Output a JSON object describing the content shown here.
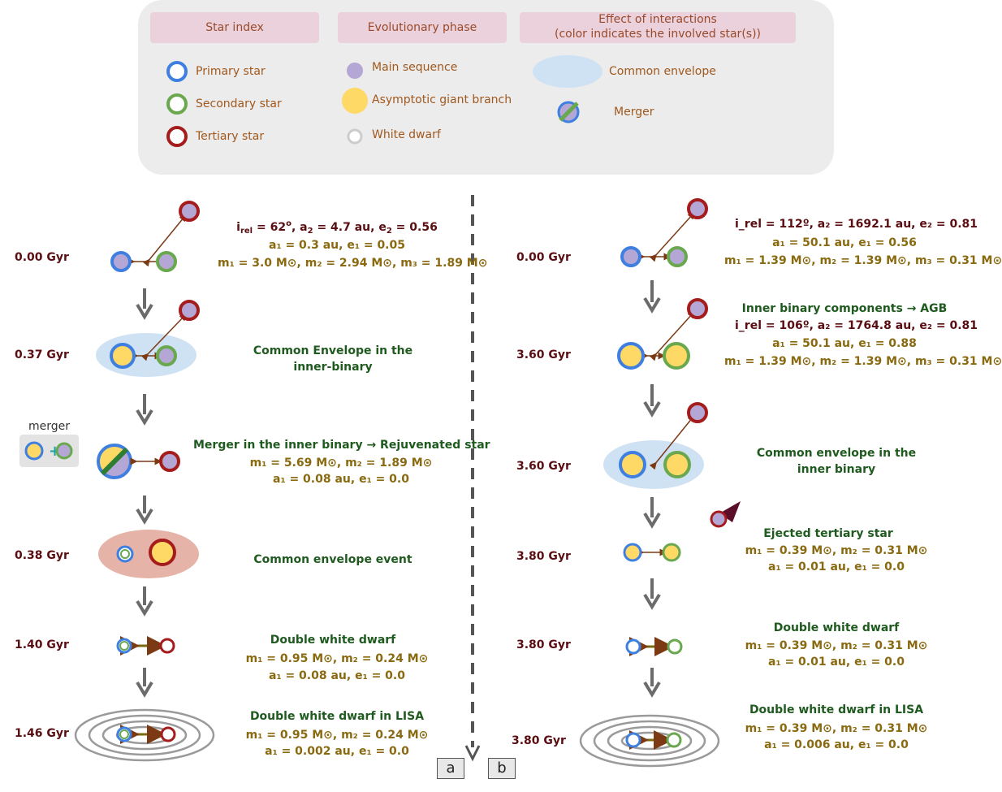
{
  "legend": {
    "star_index_header": "Star index",
    "phase_header": "Evolutionary phase",
    "effect_header_line1": "Effect of interactions",
    "effect_header_line2": "(color indicates the involved star(s))",
    "primary": "Primary star",
    "secondary": "Secondary star",
    "tertiary": "Tertiary star",
    "main_sequence": "Main sequence",
    "agb": "Asymptotic giant branch",
    "white_dwarf": "White dwarf",
    "common_envelope": "Common envelope",
    "merger": "Merger"
  },
  "colors": {
    "primary": "#3f7fe0",
    "secondary": "#6aa84f",
    "tertiary": "#a51c1c",
    "main_sequence": "#b4a7d6",
    "agb": "#ffd966",
    "common_envelope": "#cfe2f3",
    "ce_event": "#e6b3a8",
    "arrow": "#6b6b6b",
    "link": "#7b3a14"
  },
  "left": {
    "rows": [
      {
        "time": "0.00 Gyr",
        "l1": {
          "i": "i",
          "isub": "rel",
          "rest1": " = 62",
          "deg": "o",
          "rest2": ", a",
          "a2sub": "2",
          "rest3": " = 4.7 au, e",
          "e2sub": "2",
          "rest4": " = 0.56"
        },
        "l2": "a₁ = 0.3 au, e₁ = 0.05",
        "l3": "m₁ = 3.0 M⊙, m₂ = 2.94 M⊙, m₃ = 1.89 M⊙"
      },
      {
        "time": "0.37 Gyr",
        "l1": "Common Envelope in the",
        "l2": "inner-binary"
      },
      {
        "time": "",
        "l1": "Merger in the inner binary → Rejuvenated star",
        "l2": "m₁ = 5.69 M⊙, m₂ = 1.89 M⊙",
        "l3": "a₁ = 0.08 au, e₁ = 0.0",
        "merger_label": "merger"
      },
      {
        "time": "0.38 Gyr",
        "l1": "Common envelope event"
      },
      {
        "time": "1.40 Gyr",
        "l1": "Double white dwarf",
        "l2": "m₁ = 0.95 M⊙, m₂ = 0.24 M⊙",
        "l3": "a₁ = 0.08 au, e₁ = 0.0"
      },
      {
        "time": "1.46 Gyr",
        "l1": "Double white dwarf in LISA",
        "l2": "m₁ = 0.95 M⊙, m₂ = 0.24 M⊙",
        "l3": "a₁ = 0.002 au, e₁ = 0.0"
      }
    ]
  },
  "right": {
    "rows": [
      {
        "time": "0.00 Gyr",
        "l1": "i_rel = 112º, a₂ = 1692.1 au, e₂ = 0.81",
        "l2": "a₁ = 50.1 au, e₁ = 0.56",
        "l3": "m₁ = 1.39 M⊙, m₂ = 1.39 M⊙, m₃ = 0.31 M⊙"
      },
      {
        "time": "3.60 Gyr",
        "l0": "Inner binary components → AGB",
        "l1": "i_rel = 106º, a₂ = 1764.8 au, e₂ = 0.81",
        "l2": "a₁ = 50.1 au, e₁ = 0.88",
        "l3": "m₁ = 1.39 M⊙, m₂ = 1.39 M⊙, m₃ = 0.31 M⊙"
      },
      {
        "time": "3.60 Gyr",
        "l1": "Common envelope in the",
        "l2": "inner binary"
      },
      {
        "time": "3.80 Gyr",
        "l1": "Ejected tertiary star",
        "l2": "m₁ = 0.39 M⊙, m₂ = 0.31 M⊙",
        "l3": "a₁ = 0.01 au, e₁ = 0.0"
      },
      {
        "time": "3.80 Gyr",
        "l1": "Double white dwarf",
        "l2": "m₁ = 0.39 M⊙, m₂ = 0.31 M⊙",
        "l3": "a₁ = 0.01 au, e₁ = 0.0"
      },
      {
        "time": "3.80 Gyr",
        "l1": "Double white dwarf in LISA",
        "l2": "m₁ = 0.39 M⊙, m₂ = 0.31 M⊙",
        "l3": "a₁ = 0.006 au, e₁ = 0.0"
      }
    ]
  },
  "panels": {
    "a": "a",
    "b": "b"
  }
}
